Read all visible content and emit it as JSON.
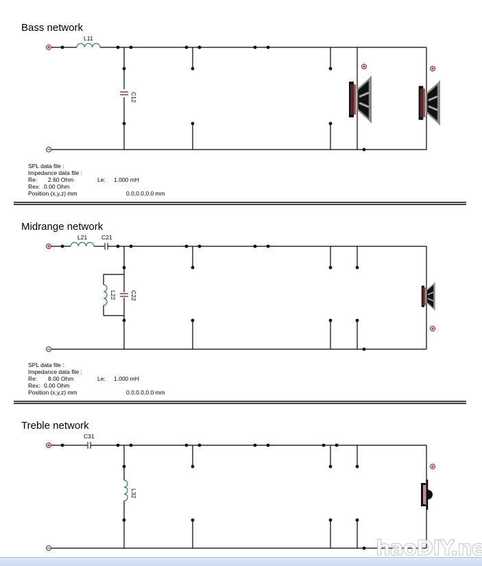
{
  "networks": [
    {
      "title": "Bass network",
      "components": {
        "series_l": "L11",
        "shunt_c": "C12"
      },
      "info": {
        "spl_label": "SPL data file :",
        "impedance_label": "Impedance data file :",
        "re_label": "Re:",
        "re_value": "2.60 Ohm",
        "le_label": "Le:",
        "le_value": "1.000 mH",
        "rex_label": "Rex:",
        "rex_value": "0.00 Ohm",
        "position_label": "Position (x,y,z) mm",
        "position_value": "0.0,0.0,0.0 mm"
      }
    },
    {
      "title": "Midrange network",
      "components": {
        "series_l": "L21",
        "series_c": "C21",
        "shunt_l": "L22",
        "shunt_c": "C22"
      },
      "info": {
        "spl_label": "SPL data file :",
        "impedance_label": "Impedance data file :",
        "re_label": "Re:",
        "re_value": "8.00 Ohm",
        "le_label": "Le:",
        "le_value": "1.000 mH",
        "rex_label": "Rex:",
        "rex_value": "0.00 Ohm",
        "position_label": "Position (x,y,z) mm",
        "position_value": "0.0,0.0,0.0 mm"
      }
    },
    {
      "title": "Treble network",
      "components": {
        "series_c": "C31",
        "shunt_l": "L32"
      }
    }
  ],
  "watermark": "haoDIY.net",
  "colors": {
    "wire": "#000000",
    "capacitor": "#7a3a7a",
    "inductor": "#2a7a7a",
    "terminal": "#8b1a1a",
    "magnet": "#5a1a1a"
  }
}
